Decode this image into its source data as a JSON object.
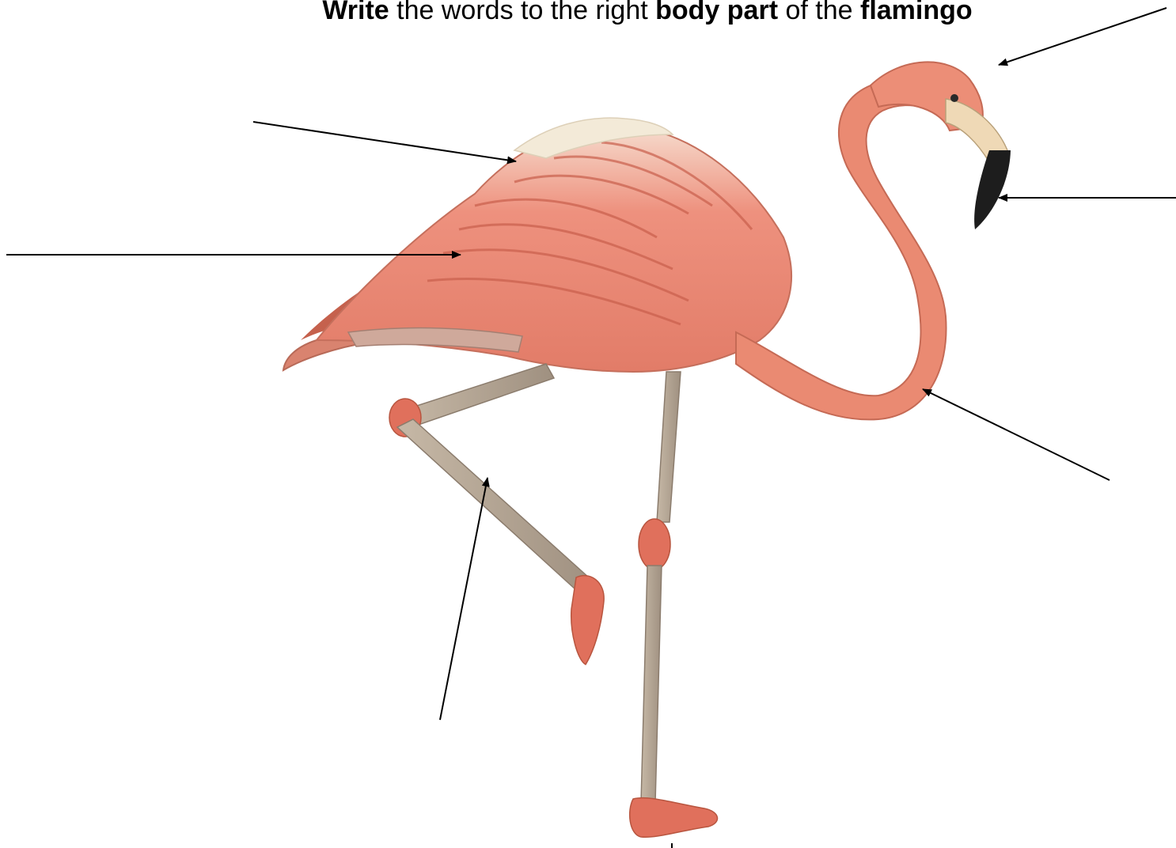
{
  "worksheet": {
    "instruction": {
      "part1_bold": "Write",
      "part2": " the words to the right ",
      "part3_bold": "body part",
      "part4": " of the ",
      "part5_bold": "flamingo"
    }
  },
  "illustration": {
    "subject": "flamingo-standing-on-one-leg",
    "colors": {
      "plumage": "#ee8f7c",
      "plumage_dark": "#d2684f",
      "neck": "#ea8a72",
      "leg": "#b9a997",
      "joint": "#e0705c",
      "beak_tip": "#1d1d1d",
      "beak_base": "#efd9b6",
      "eye": "#2a2a2a"
    }
  },
  "label_pointers": {
    "count": 7,
    "arrow_color": "#000000"
  }
}
